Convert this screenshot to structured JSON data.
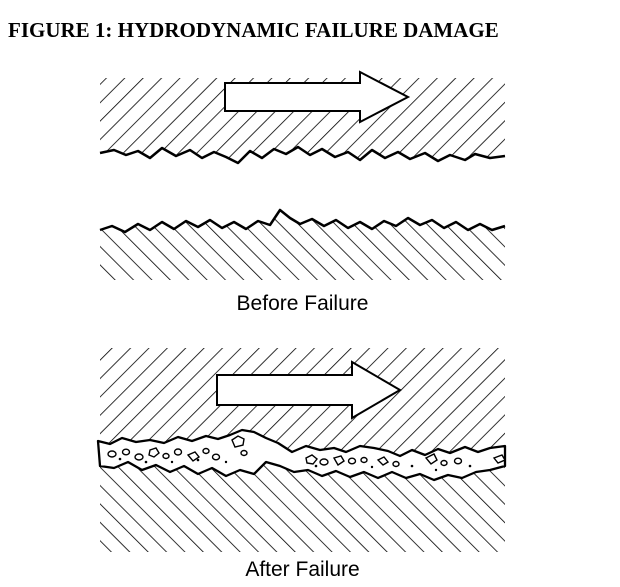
{
  "figure": {
    "title": "FIGURE 1: HYDRODYNAMIC FAILURE DAMAGE",
    "panels": [
      {
        "caption": "Before Failure",
        "state": "before"
      },
      {
        "caption": "After Failure",
        "state": "after"
      }
    ],
    "icons": {
      "motion_arrow": "right-arrow-icon",
      "hatch": "diagonal-hatch"
    },
    "colors": {
      "ink": "#000000",
      "paper": "#ffffff"
    }
  }
}
